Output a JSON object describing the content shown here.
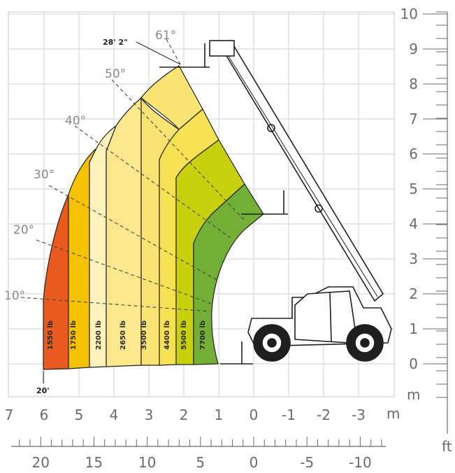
{
  "chart_data": {
    "type": "area",
    "title": "",
    "x_unit_m": "m",
    "x_unit_ft": "ft",
    "y_unit": "m",
    "x_m_ticks": [
      "7",
      "6",
      "5",
      "4",
      "3",
      "2",
      "1",
      "0",
      "-1",
      "-2",
      "-3"
    ],
    "x_ft_ticks": [
      "20",
      "15",
      "10",
      "5",
      "0",
      "-5",
      "-10"
    ],
    "y_ticks": [
      "0",
      "1",
      "2",
      "3",
      "4",
      "5",
      "6",
      "7",
      "8",
      "9",
      "10"
    ],
    "xlim_m": [
      7.0,
      -3.5
    ],
    "ylim_m": [
      -0.9,
      10.0
    ],
    "max_height_label": "28' 2\"",
    "max_reach_label": "20'",
    "boom_angles": [
      "10°",
      "20°",
      "30°",
      "40°",
      "50°",
      "61°"
    ],
    "zones": [
      {
        "label": "1550 lb",
        "color": "#e85a1e"
      },
      {
        "label": "1750 lb",
        "color": "#f6c200"
      },
      {
        "label": "2200 lb",
        "color": "#fdf2bc"
      },
      {
        "label": "2650 lb",
        "color": "#fbe88e"
      },
      {
        "label": "3500 lb",
        "color": "#f9e373"
      },
      {
        "label": "4400 lb",
        "color": "#f5e152"
      },
      {
        "label": "5500 lb",
        "color": "#c9d10f"
      },
      {
        "label": "7700 lb",
        "color": "#73ae36"
      }
    ],
    "grid": true
  }
}
